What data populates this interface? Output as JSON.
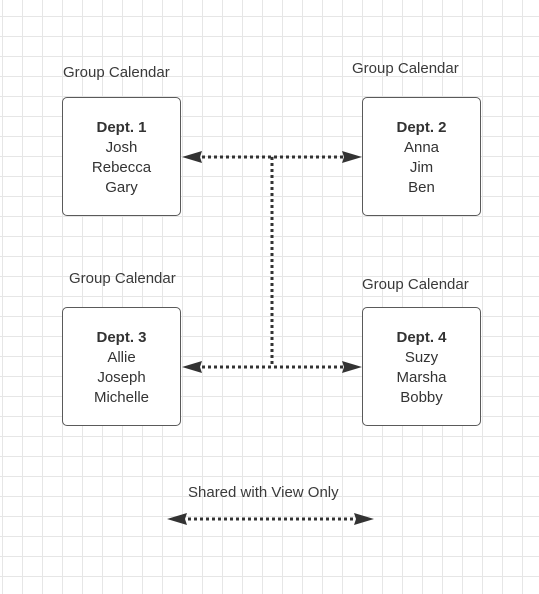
{
  "departments": [
    {
      "group_label": "Group Calendar",
      "title": "Dept. 1",
      "members": [
        "Josh",
        "Rebecca",
        "Gary"
      ]
    },
    {
      "group_label": "Group Calendar",
      "title": "Dept. 2",
      "members": [
        "Anna",
        "Jim",
        "Ben"
      ]
    },
    {
      "group_label": "Group Calendar",
      "title": "Dept. 3",
      "members": [
        "Allie",
        "Joseph",
        "Michelle"
      ]
    },
    {
      "group_label": "Group Calendar",
      "title": "Dept. 4",
      "members": [
        "Suzy",
        "Marsha",
        "Bobby"
      ]
    }
  ],
  "legend": {
    "label": "Shared with View Only"
  },
  "colors": {
    "connector": "#333333",
    "box_border": "#5a5a5a",
    "grid": "#e6e6e6"
  }
}
